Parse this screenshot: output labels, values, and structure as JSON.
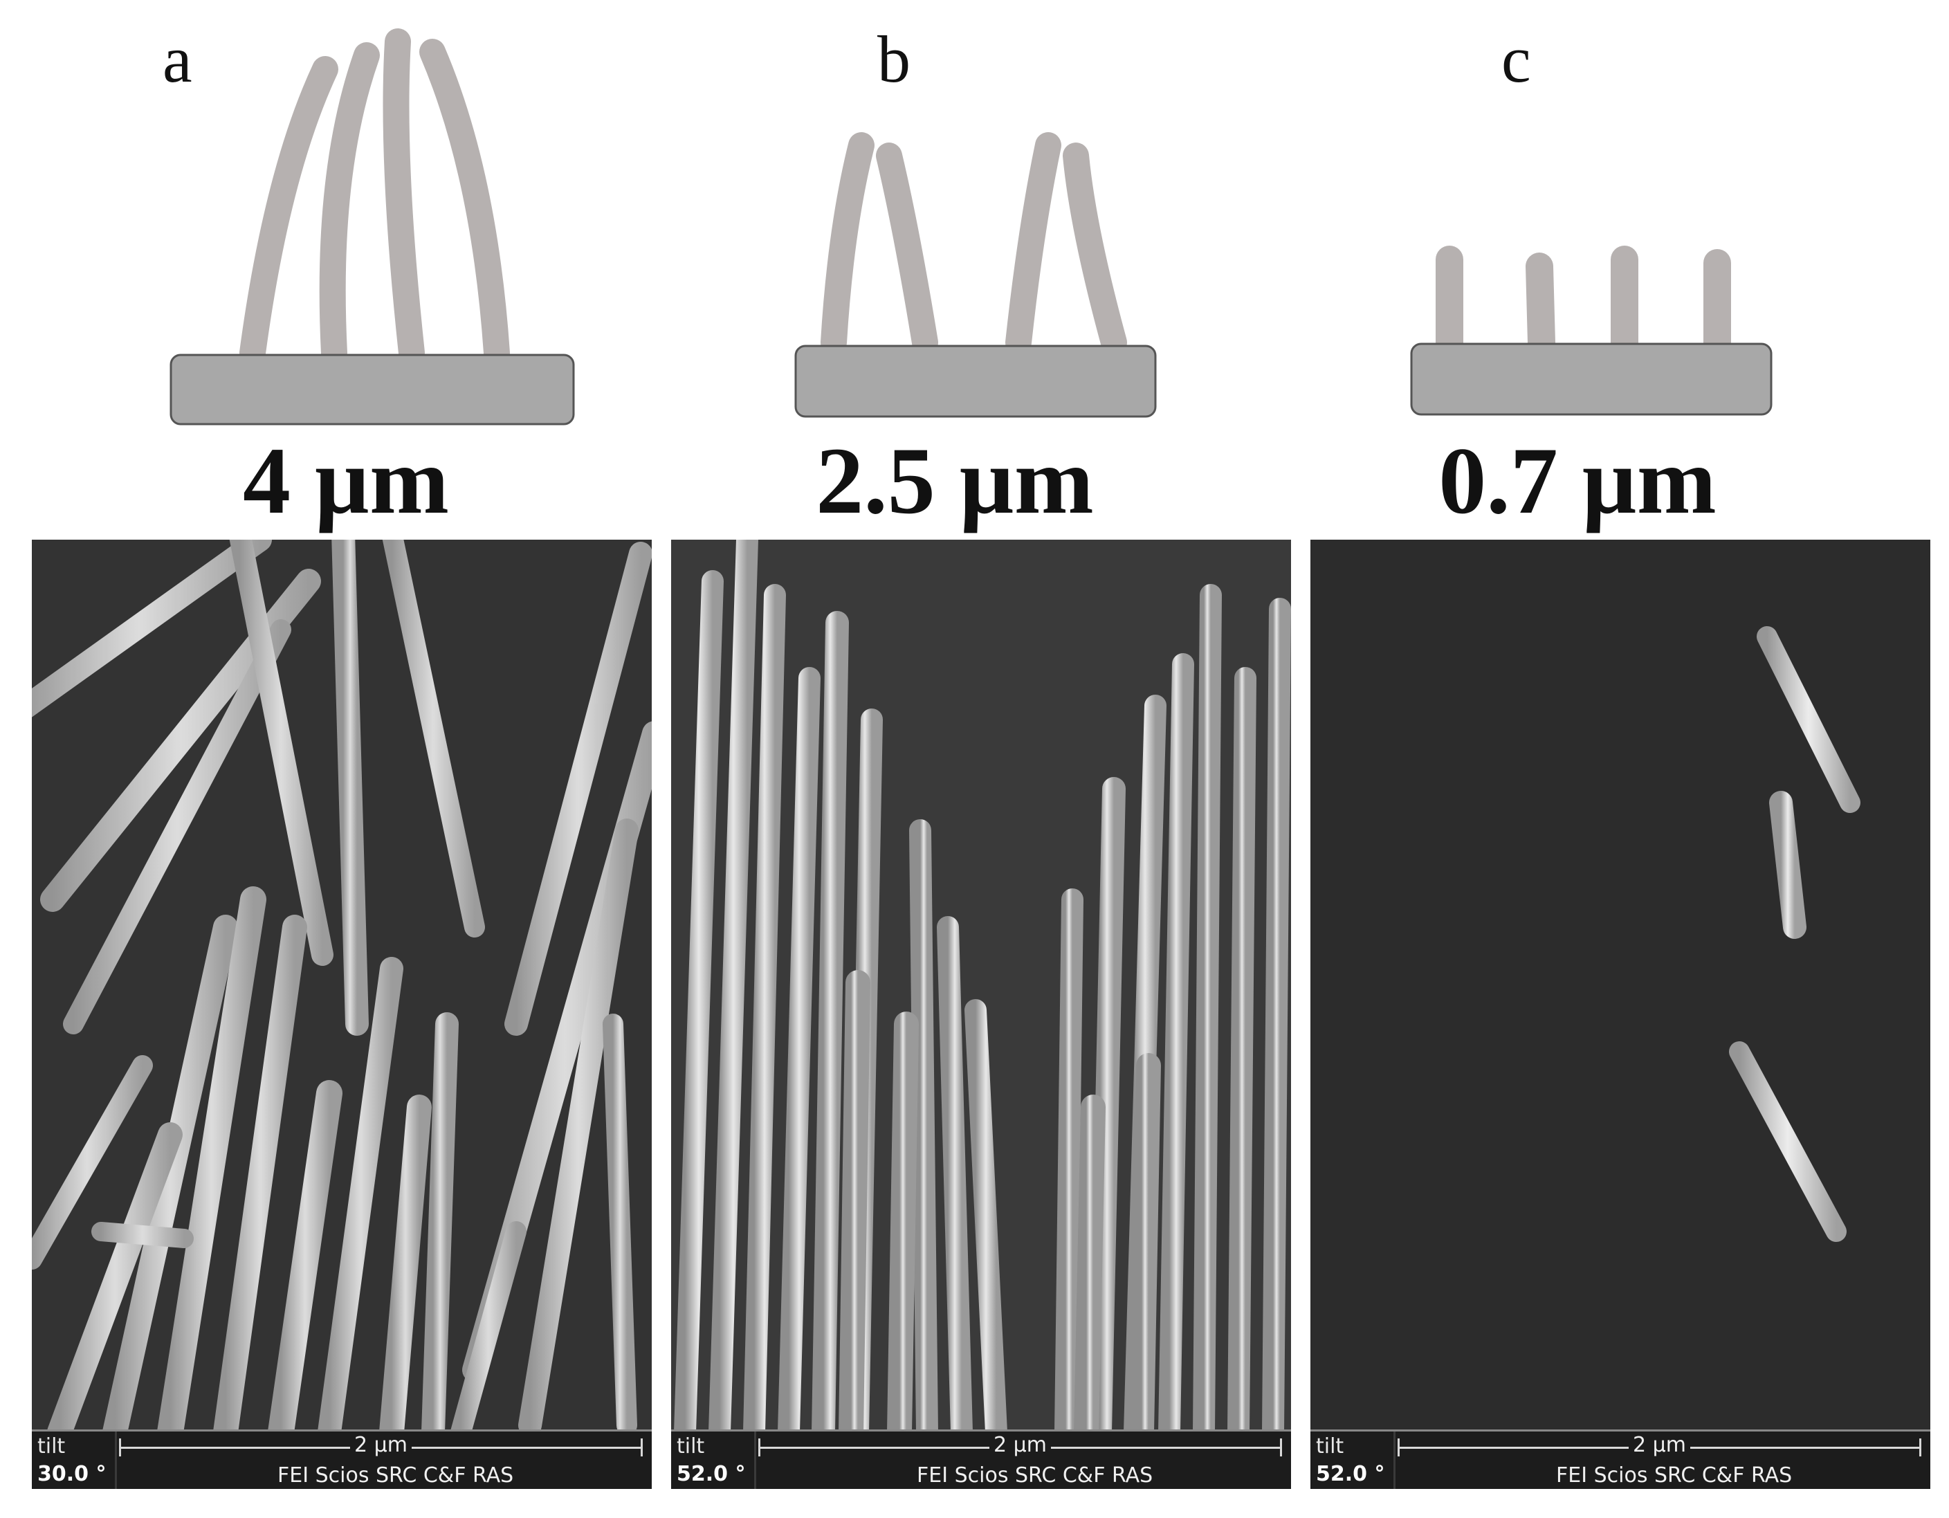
{
  "panels": [
    {
      "letter": "a",
      "length": "4 µm",
      "sem": {
        "tilt_label": "tilt",
        "tilt_value": "30.0 °",
        "scale": "2 µm",
        "instrument": "FEI Scios SRC C&F RAS"
      }
    },
    {
      "letter": "b",
      "length": "2.5 µm",
      "sem": {
        "tilt_label": "tilt",
        "tilt_value": "52.0 °",
        "scale": "2 µm",
        "instrument": "FEI Scios SRC C&F RAS"
      }
    },
    {
      "letter": "c",
      "length": "0.7 µm",
      "sem": {
        "tilt_label": "tilt",
        "tilt_value": "52.0 °",
        "scale": "2 µm",
        "instrument": "FEI Scios SRC C&F RAS"
      }
    }
  ],
  "colors": {
    "wire": "#b6b1b0",
    "substrate": "#a8a8a8",
    "substrate_border": "#555555",
    "sem_background": "#2a2a2a"
  }
}
